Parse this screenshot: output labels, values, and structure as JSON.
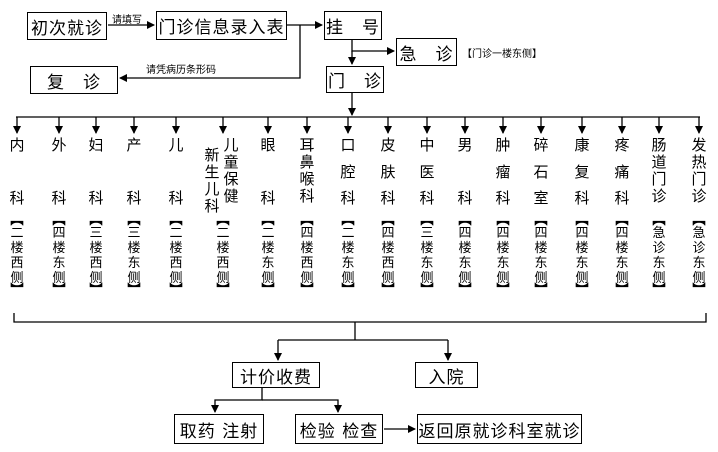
{
  "top": {
    "first_visit": "初次就诊",
    "fill_label": "请填写",
    "info_entry": "门诊信息录入表",
    "register": "挂　号",
    "emergency": "急　诊",
    "emergency_location": "【门诊一楼东侧】",
    "revisit": "复　诊",
    "medical_record_label": "请凭病历条形码",
    "outpatient": "门　诊"
  },
  "departments": [
    {
      "name": "内科",
      "location": "二楼西侧"
    },
    {
      "name": "外科",
      "location": "四楼东侧"
    },
    {
      "name": "妇科",
      "location": "三楼西侧"
    },
    {
      "name": "产科",
      "location": "三楼东侧"
    },
    {
      "name": "儿科",
      "location": "二楼西侧"
    },
    {
      "name": "儿童保健",
      "extra": "新生儿科",
      "location": "二楼西侧"
    },
    {
      "name": "眼科",
      "location": "二楼东侧"
    },
    {
      "name": "耳鼻喉科",
      "location": "四楼西侧"
    },
    {
      "name": "口腔科",
      "location": "二楼东侧"
    },
    {
      "name": "皮肤科",
      "location": "四楼西侧"
    },
    {
      "name": "中医科",
      "location": "三楼东侧"
    },
    {
      "name": "男科",
      "location": "四楼东侧"
    },
    {
      "name": "肿瘤科",
      "location": "四楼东侧"
    },
    {
      "name": "碎石室",
      "location": "四楼东侧"
    },
    {
      "name": "康复科",
      "location": "四楼东侧"
    },
    {
      "name": "疼痛科",
      "location": "四楼东侧"
    },
    {
      "name": "肠道门诊",
      "location": "急诊东侧"
    },
    {
      "name": "发热门诊",
      "location": "急诊东侧"
    }
  ],
  "bottom": {
    "billing": "计价收费",
    "admission": "入院",
    "medicine_injection": "取药 注射",
    "lab_exam": "检验 检查",
    "return": "返回原就诊科室就诊"
  }
}
